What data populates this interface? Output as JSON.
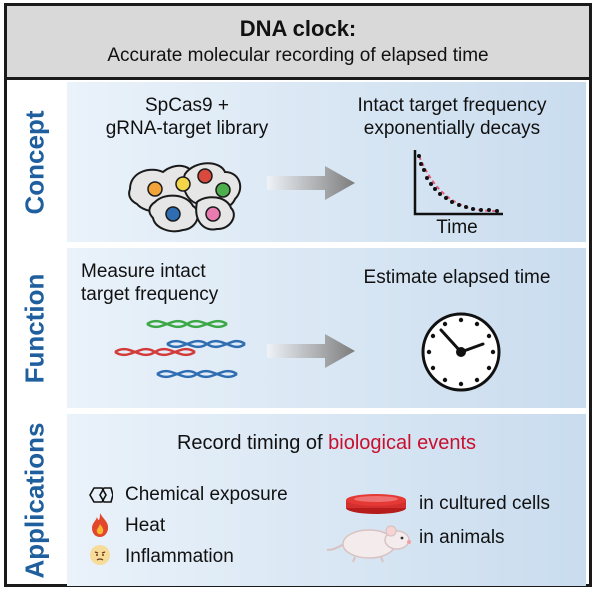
{
  "header": {
    "title": "DNA clock:",
    "subtitle": "Accurate molecular recording of elapsed time"
  },
  "concept": {
    "side_label": "Concept",
    "left_line1": "SpCas9 +",
    "left_line2": "gRNA-target library",
    "right_line1": "Intact target frequency",
    "right_line2": "exponentially decays",
    "axis_label": "Time"
  },
  "function": {
    "side_label": "Function",
    "left_line1": "Measure intact",
    "left_line2": "target frequency",
    "right_text": "Estimate elapsed time"
  },
  "applications": {
    "side_label": "Applications",
    "heading_prefix": "Record timing of ",
    "heading_highlight": "biological events",
    "items": [
      "Chemical exposure",
      "Heat",
      "Inflammation"
    ],
    "contexts": [
      "in cultured cells",
      "in animals"
    ]
  },
  "colors": {
    "accent_blue": "#1f5f9e",
    "highlight_red": "#c8102e",
    "header_gray": "#d9d9d9"
  },
  "icons": [
    "cell-cluster-icon",
    "decay-curve-icon",
    "dna-strands-icon",
    "clock-icon",
    "benzene-ring-icon",
    "flame-icon",
    "inflamed-face-icon",
    "petri-dish-icon",
    "mouse-icon"
  ]
}
